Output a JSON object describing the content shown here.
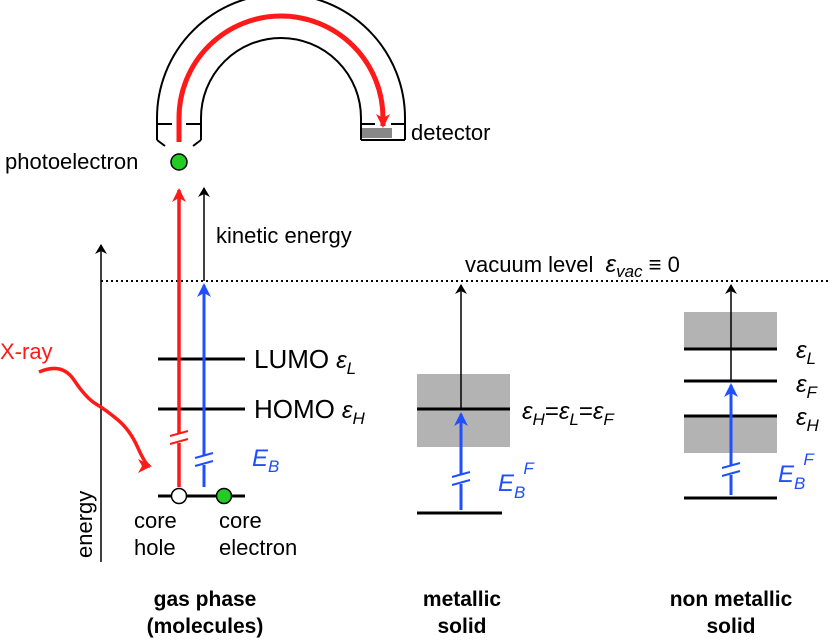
{
  "colors": {
    "red": "#ff1a1a",
    "blue": "#1f4fff",
    "gray_band": "#b3b3b3",
    "green_dot": "#22cc22",
    "detector_gray": "#888888"
  },
  "labels": {
    "detector": "detector",
    "photoelectron": "photoelectron",
    "kinetic_energy": "kinetic energy",
    "vacuum_level": "vacuum level",
    "vacuum_symbol": "ε",
    "vacuum_sub": "vac",
    "vacuum_equiv": " ≡ 0",
    "xray": "X-ray",
    "energy": "energy",
    "lumo": "LUMO",
    "homo": "HOMO",
    "eps": "ε",
    "sub_L": "L",
    "sub_H": "H",
    "sub_F": "F",
    "sub_B": "B",
    "eq": "=",
    "E": "E",
    "sup_F": "F",
    "core_hole_1": "core",
    "core_hole_2": "hole",
    "core_electron_1": "core",
    "core_electron_2": "electron"
  },
  "panels": {
    "gas": {
      "line1": "gas phase",
      "line2": "(molecules)"
    },
    "metal": {
      "line1": "metallic",
      "line2": "solid"
    },
    "nonmetal": {
      "line1": "non metallic",
      "line2": "solid"
    }
  }
}
